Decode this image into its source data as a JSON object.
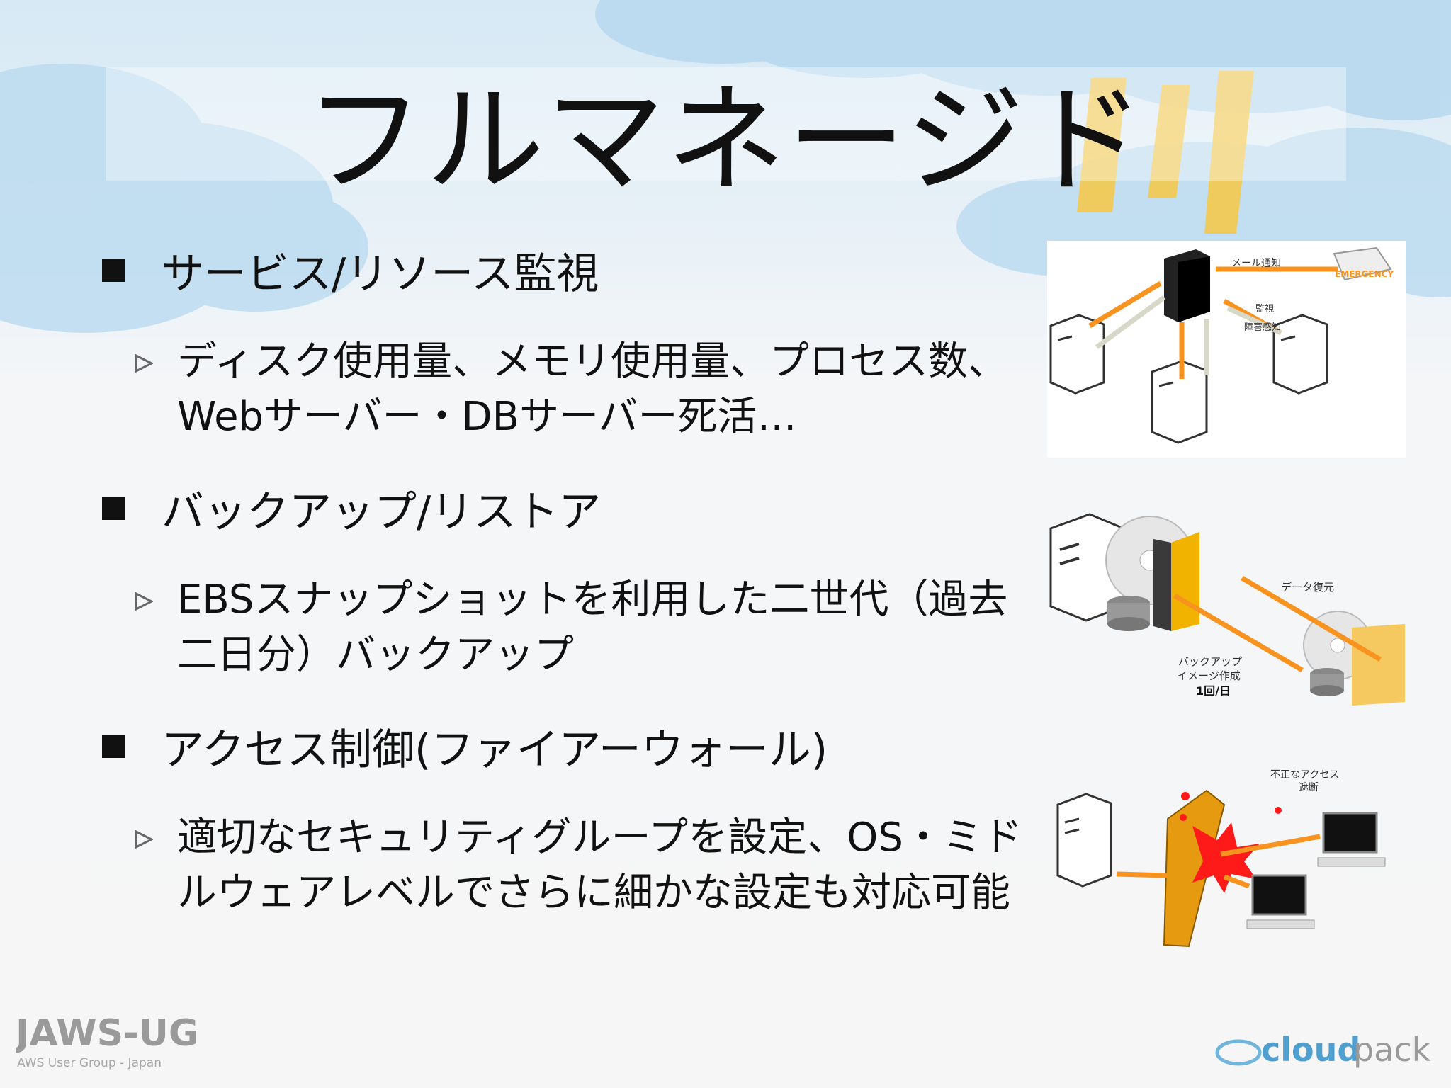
{
  "slide": {
    "title": "フルマネージド",
    "sections": [
      {
        "heading": "サービス/リソース監視",
        "detail_lines": [
          "ディスク使用量、メモリ使用量、プロセス数、",
          "Webサーバー・DBサーバー死活…"
        ]
      },
      {
        "heading": "バックアップ/リストア",
        "detail_lines": [
          "EBSスナップショットを利用した二世代（過去",
          "二日分）バックアップ"
        ]
      },
      {
        "heading": "アクセス制御(ファイアーウォール)",
        "detail_lines": [
          "適切なセキュリティグループを設定、OS・ミド",
          "ルウェアレベルでさらに細かな設定も対応可能"
        ]
      }
    ]
  },
  "figures": {
    "monitoring": {
      "mail_label": "メール通知",
      "emergency_label": "EMERGENCY",
      "watch_label": "監視",
      "fault_label": "障害感知"
    },
    "backup": {
      "restore_label": "データ復元",
      "backup_line1": "バックアップ",
      "backup_line2": "イメージ作成",
      "backup_line3": "1回/日"
    },
    "firewall": {
      "block_line1": "不正なアクセス",
      "block_line2": "遮断"
    }
  },
  "logos": {
    "jaws_main": "JAWS-UG",
    "jaws_sub": "AWS User Group - Japan",
    "cloudpack_bold": "cloud",
    "cloudpack_light": "pack"
  },
  "colors": {
    "accent": "#f7931e",
    "title_text": "#111111",
    "sky": "#bcdcf0"
  }
}
